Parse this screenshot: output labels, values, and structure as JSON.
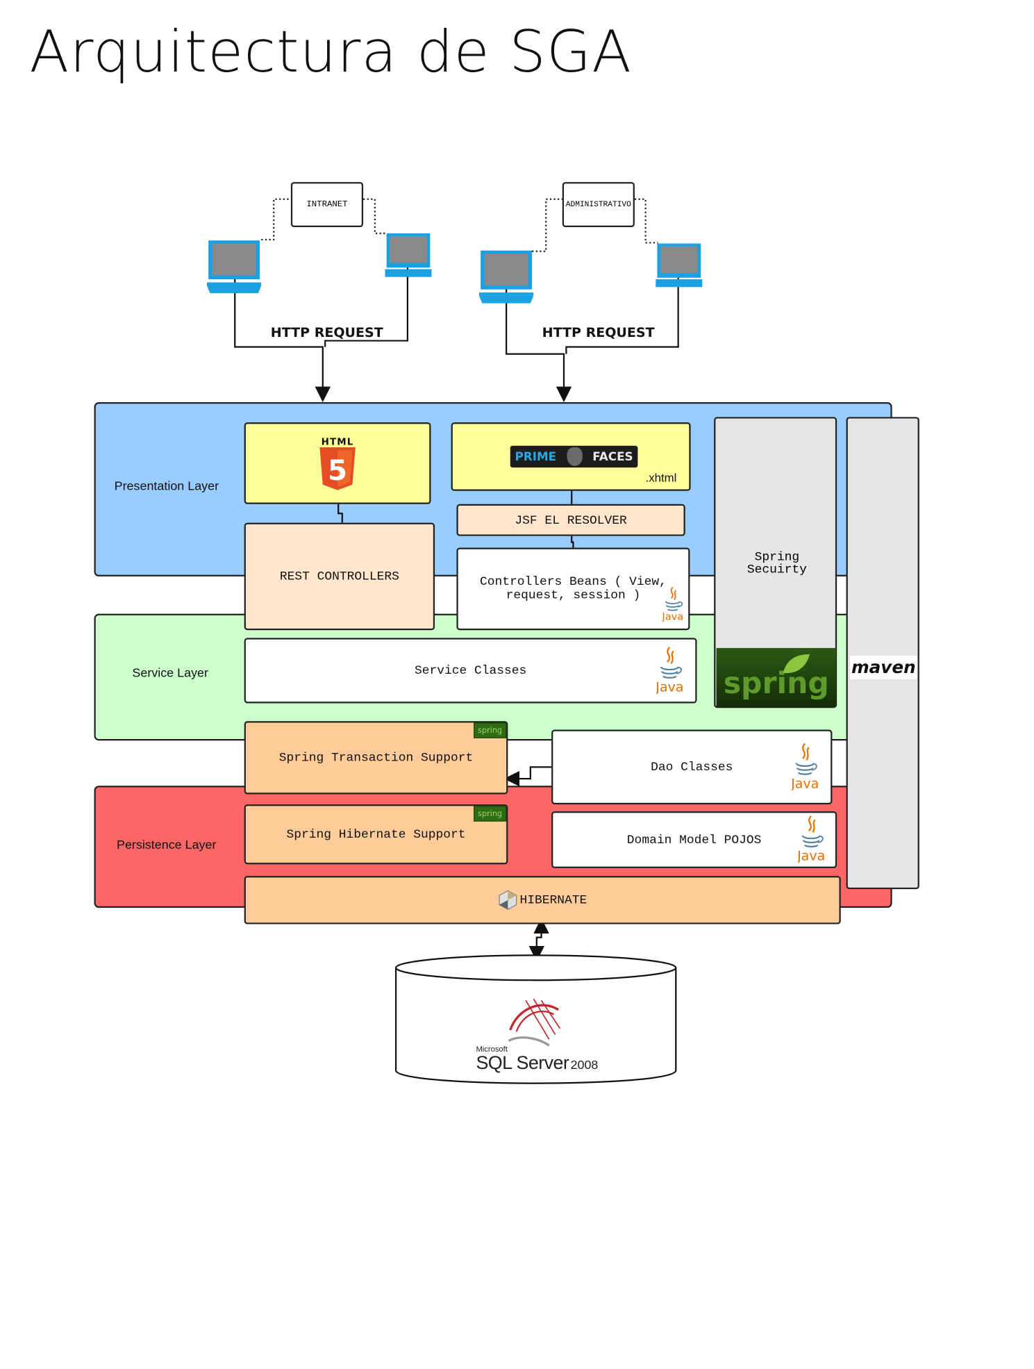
{
  "title": "Arquitectura de SGA",
  "clients": {
    "intranet_label": "INTRANET",
    "administrativo_label": "ADMINISTRATIVO",
    "http_request_left": "HTTP REQUEST",
    "http_request_right": "HTTP REQUEST"
  },
  "layers": {
    "presentation": "Presentation Layer",
    "service": "Service Layer",
    "persistence": "Persistence Layer"
  },
  "components": {
    "html5_label": "HTML",
    "html5_digit": "5",
    "primefaces_prime": "PRIME",
    "primefaces_faces": "FACES",
    "xhtml": ".xhtml",
    "jsf_el_resolver": "JSF EL RESOLVER",
    "rest_controllers": "REST CONTROLLERS",
    "controllers_beans": "Controllers Beans ( View, request, session )",
    "service_classes": "Service Classes",
    "spring_transaction": "Spring Transaction Support",
    "dao_classes": "Dao Classes",
    "spring_hibernate": "Spring Hibernate Support",
    "domain_model": "Domain Model POJOS",
    "hibernate": "HIBERNATE",
    "spring_security": "Spring Secuirty",
    "spring_logo": "spring",
    "maven": "maven",
    "java": "Java"
  },
  "database": {
    "vendor": "Microsoft",
    "product": "SQL Server",
    "version": "2008"
  },
  "colors": {
    "presentation_bg": "#99ccff",
    "service_bg": "#ccffcc",
    "persistence_bg": "#ff6666",
    "yellow_box": "#ffff99",
    "peach_box": "#ffe6cc",
    "orange_box": "#ffcc99",
    "gray_column": "#e6e6e6",
    "laptop_blue": "#1ba1e2"
  }
}
